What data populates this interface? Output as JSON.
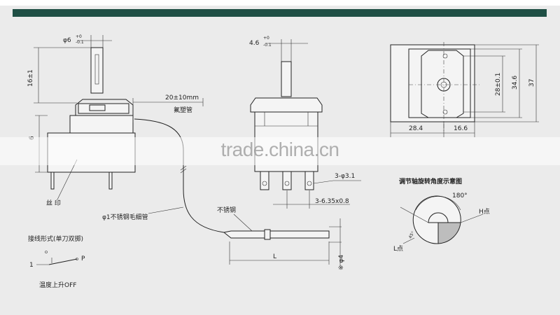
{
  "front_view": {
    "phi6": "φ6",
    "tol_top": "+0",
    "tol_bot": "-0.1",
    "height_16": "16±1",
    "six": "6",
    "cap_len": "20±10mm",
    "cap_note": "氟塑管",
    "silk": "丝 印",
    "tube_note": "φ1不锈钢毛细管"
  },
  "side_view": {
    "w46": "4.6",
    "tol_top": "+0",
    "tol_bot": "-0.1",
    "holes": "3-φ3.1",
    "terminals": "3-6.35x0.8"
  },
  "top_view": {
    "d284": "28.4",
    "d166": "16.6",
    "d28": "28±0.1",
    "d346": "34.6",
    "d37": "37"
  },
  "probe": {
    "material": "不锈钢",
    "length": "L",
    "dia": "※ φ4"
  },
  "rotation": {
    "title": "调节轴旋转角度示意图",
    "angle": "180°",
    "h_label": "H点",
    "l_label": "L点",
    "deg45": "45°"
  },
  "wiring": {
    "title": "接线形式(单刀双掷)",
    "pin1": "1",
    "pinP": "P",
    "caption": "温度上升OFF"
  },
  "watermark": "trade.china.cn"
}
